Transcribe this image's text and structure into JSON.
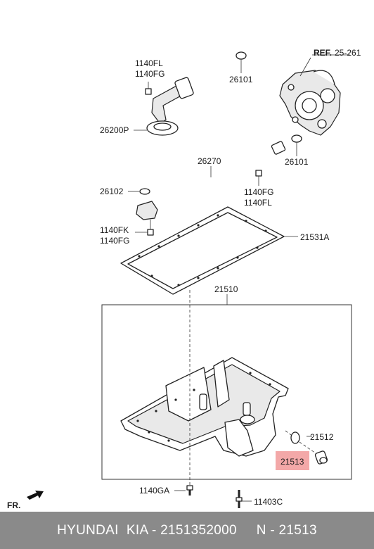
{
  "callouts": {
    "ref": "REF.",
    "ref_number": "25-261",
    "l_1140fl_top": "1140FL",
    "l_1140fg_top": "1140FG",
    "l_26101_a": "26101",
    "l_26200p": "26200P",
    "l_26101_b": "26101",
    "l_26270": "26270",
    "l_26102": "26102",
    "l_1140fg_mid": "1140FG",
    "l_1140fl_mid": "1140FL",
    "l_1140fk": "1140FK",
    "l_1140fg_low": "1140FG",
    "l_21531a": "21531A",
    "l_21510": "21510",
    "l_21512": "21512",
    "l_21513": "21513",
    "l_1140ga": "1140GA",
    "l_11403c": "11403C",
    "fr": "FR."
  },
  "footer": {
    "text": "HYUNDAI  KIA - 2151352000     N - 21513"
  },
  "colors": {
    "highlight": "#f3a8a8",
    "footer_bg": "#8a8a8a"
  }
}
